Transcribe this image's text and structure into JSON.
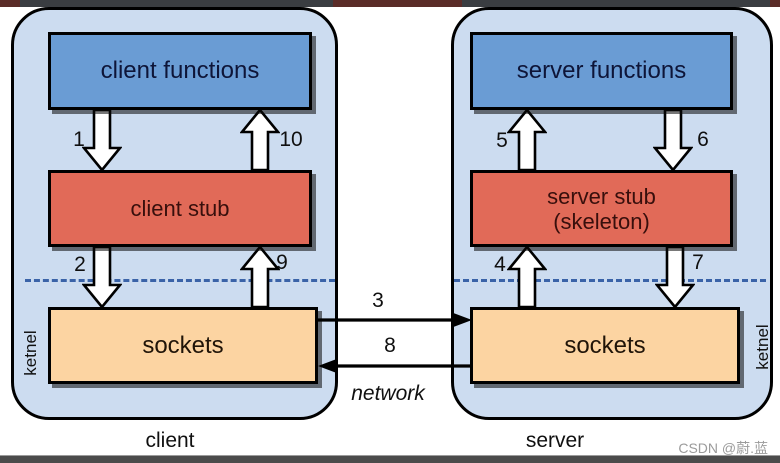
{
  "diagram_title": "RPC client-server architecture diagram",
  "colors": {
    "panel_bg": "#ccdcf0",
    "functions_box": "#6a9cd4",
    "stub_box": "#e16a58",
    "sockets_box": "#fcd4a2",
    "boundary_dash": "#3a63a8",
    "top_strip": "#5a2c28",
    "bottom_bar": "#4b4b4b",
    "watermark_gray": "#9b9b9b"
  },
  "client": {
    "functions_label": "client functions",
    "stub_label": "client stub",
    "sockets_label": "sockets",
    "kernel_label": "ketnel",
    "caption": "client",
    "step1": "1",
    "step2": "2",
    "step9": "9",
    "step10": "10"
  },
  "server": {
    "functions_label": "server functions",
    "stub_label_line1": "server stub",
    "stub_label_line2": "(skeleton)",
    "sockets_label": "sockets",
    "kernel_label": "ketnel",
    "caption": "server",
    "step4": "4",
    "step5": "5",
    "step6": "6",
    "step7": "7"
  },
  "network": {
    "step3": "3",
    "step8": "8",
    "label": "network"
  },
  "watermark": "CSDN @蔚.蓝"
}
